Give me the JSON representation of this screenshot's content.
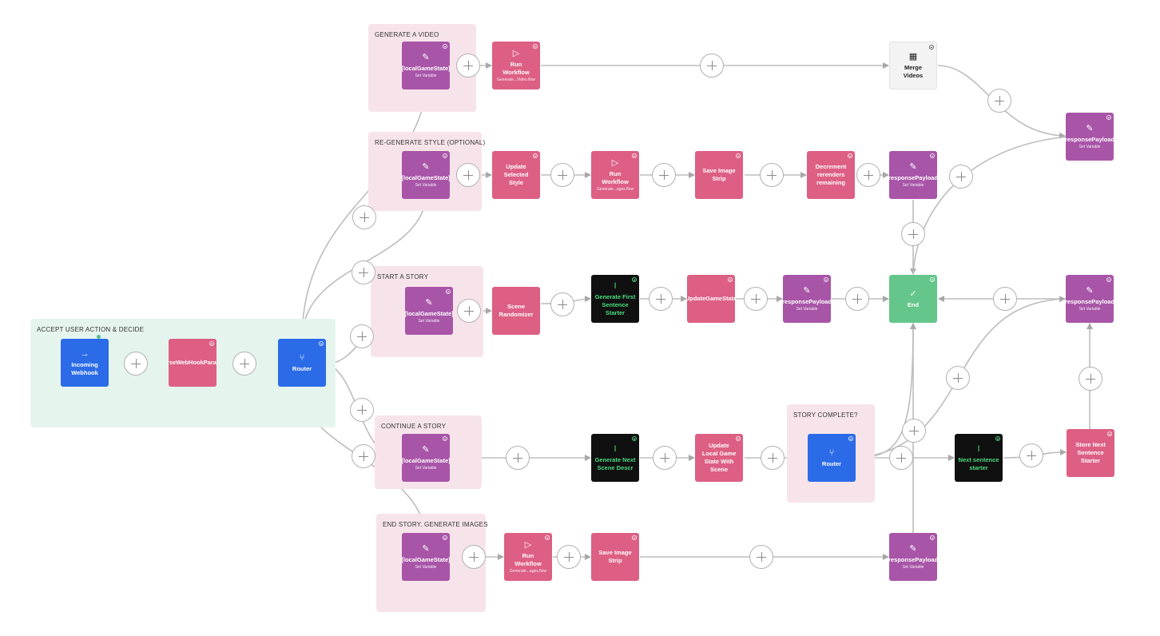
{
  "groups": {
    "accept": "ACCEPT USER ACTION & DECIDE",
    "video": "GENERATE A VIDEO",
    "regen": "RE-GENERATE STYLE (OPTIONAL)",
    "start": "START A STORY",
    "continue": "CONTINUE A STORY",
    "end": "END STORY. GENERATE IMAGES",
    "complete": "STORY COMPLETE?"
  },
  "nodes": {
    "incoming": {
      "label": "Incoming\nWebhook",
      "icon": "arrow-right-icon"
    },
    "parse": {
      "label": "parseWebHookParams"
    },
    "router_main": {
      "label": "Router",
      "icon": "router-icon"
    },
    "video_setvar": {
      "label": "[localGameState]",
      "sub": "Set Variable",
      "icon": "pencil-icon"
    },
    "video_run": {
      "label": "Run\nWorkflow",
      "sub": "Generate...Video.flow",
      "icon": "play-icon"
    },
    "merge": {
      "label": "Merge\nVideos",
      "icon": "film-icon"
    },
    "resp_top": {
      "label": "responsePayload",
      "sub": "Set Variable",
      "icon": "pencil-icon"
    },
    "regen_setvar": {
      "label": "[localGameState]",
      "sub": "Set Variable",
      "icon": "pencil-icon"
    },
    "update_style": {
      "label": "Update\nSelected\nStyle"
    },
    "regen_run": {
      "label": "Run\nWorkflow",
      "sub": "Generate...ages.flow",
      "icon": "play-icon"
    },
    "save_strip_1": {
      "label": "Save Image\nStrip"
    },
    "decrement": {
      "label": "Decrement\nrerenders\nremaining"
    },
    "resp_regen": {
      "label": "responsePayload",
      "sub": "Set Variable",
      "icon": "pencil-icon"
    },
    "start_setvar": {
      "label": "[localGameState]",
      "sub": "Set Variable",
      "icon": "pencil-icon"
    },
    "scene_rand": {
      "label": "Scene\nRandomizer"
    },
    "gen_first": {
      "label": "Generate First\nSentence\nStarter",
      "icon": "text-cursor-icon"
    },
    "update_gs": {
      "label": "UpdateGameState"
    },
    "resp_start": {
      "label": "responsePayload",
      "sub": "Set Variable",
      "icon": "pencil-icon"
    },
    "end_node": {
      "label": "End",
      "icon": "check-circle-icon"
    },
    "resp_right": {
      "label": "responsePayload",
      "sub": "Set Variable",
      "icon": "pencil-icon"
    },
    "cont_setvar": {
      "label": "[localGameState]",
      "sub": "Set Variable",
      "icon": "pencil-icon"
    },
    "gen_next_scene": {
      "label": "Generate Next\nScene Descr",
      "icon": "text-cursor-icon"
    },
    "update_local": {
      "label": "Update\nLocal Game\nState With\nScene"
    },
    "router_complete": {
      "label": "Router",
      "icon": "router-icon"
    },
    "next_sentence": {
      "label": "Next sentence\nstarter",
      "icon": "text-cursor-icon"
    },
    "store_next": {
      "label": "Store Next\nSentence\nStarter"
    },
    "end_setvar": {
      "label": "[localGameState]",
      "sub": "Set Variable",
      "icon": "pencil-icon"
    },
    "end_run": {
      "label": "Run\nWorkflow",
      "sub": "Generate...ages.flow",
      "icon": "play-icon"
    },
    "save_strip_2": {
      "label": "Save Image\nStrip"
    },
    "resp_end": {
      "label": "responsePayload",
      "sub": "Set Variable",
      "icon": "pencil-icon"
    }
  }
}
